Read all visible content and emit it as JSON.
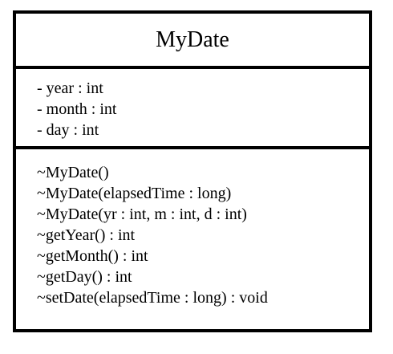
{
  "uml_class": {
    "name": "MyDate",
    "attributes": [
      "- year : int",
      "- month : int",
      "- day : int"
    ],
    "methods": [
      "~MyDate()",
      "~MyDate(elapsedTime : long)",
      "~MyDate(yr : int, m : int, d : int)",
      "~getYear() : int",
      "~getMonth() : int",
      "~getDay() : int",
      "~setDate(elapsedTime : long) : void"
    ]
  }
}
